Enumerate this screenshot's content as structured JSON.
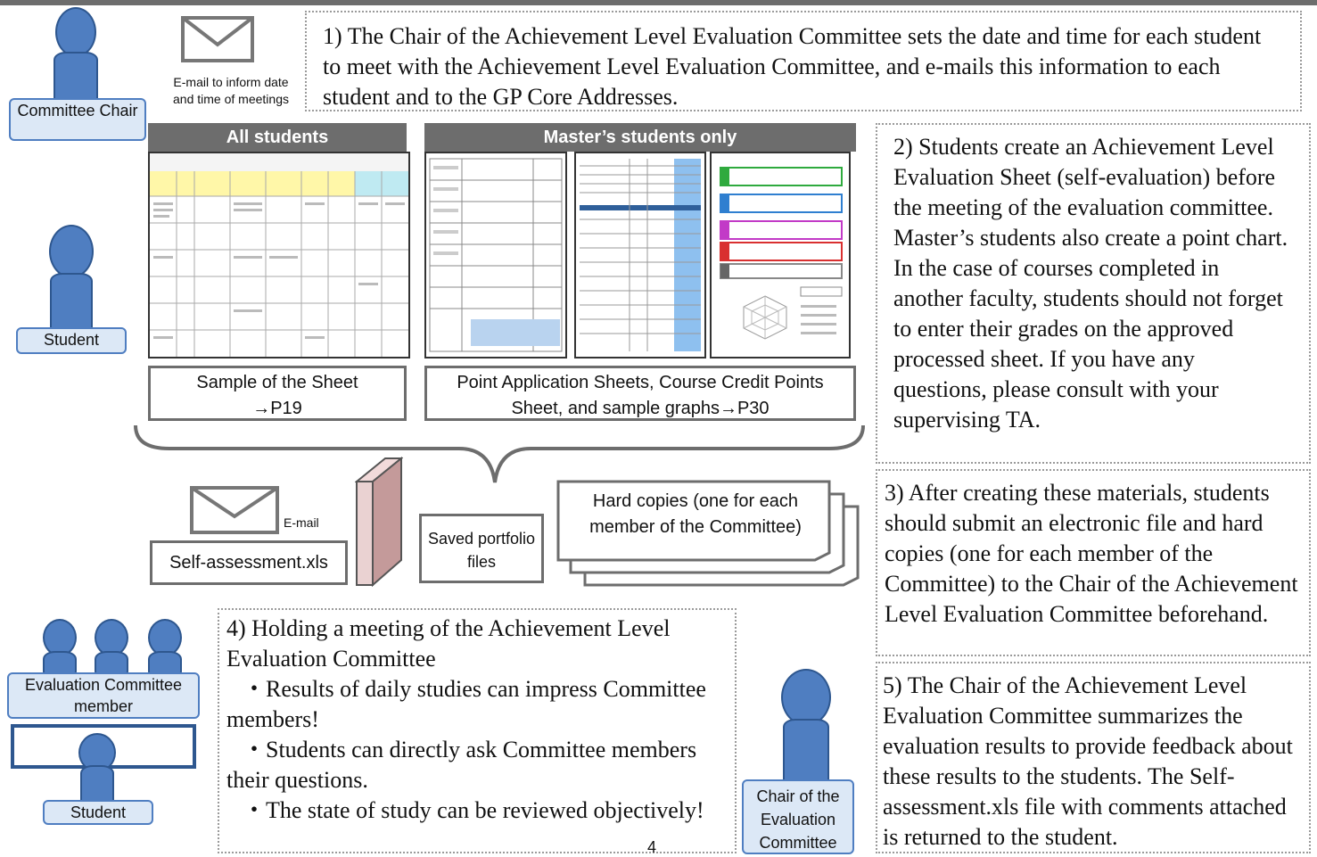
{
  "top": {
    "email_caption": "E-mail to inform date and time of meetings",
    "chair_label": "Committee Chair",
    "step1": "1) The Chair of the Achievement Level Evaluation Committee sets the date and time for each student to meet with the Achievement Level Evaluation Committee, and e-mails this information to each student and to the GP Core Addresses."
  },
  "middle": {
    "student_label": "Student",
    "all_students_header": "All students",
    "masters_header": "Master’s students only",
    "sample_sheet_box": "Sample of the Sheet →P19",
    "point_sheets_box": "Point Application Sheets, Course Credit Points Sheet, and sample graphs→P30",
    "step2": "2) Students create an Achievement Level Evaluation Sheet (self-evaluation) before the meeting of the evaluation committee. Master’s students also create a point chart. In the case of courses completed in another faculty, students should not forget to enter their grades on the approved processed sheet. If you have any questions, please consult with your supervising TA."
  },
  "submission": {
    "email_label": "E-mail",
    "file_label": "Self-assessment.xls",
    "saved_label": "Saved portfolio files",
    "hardcopies_label": "Hard copies (one for each member of the Committee)",
    "step3": "3) After creating these materials, students should submit an electronic file and hard copies (one for each member of the Committee) to the Chair of the Achievement Level Evaluation Committee beforehand."
  },
  "bottom": {
    "eval_member_label": "Evaluation Committee member",
    "student_label": "Student",
    "step4_title": "4) Holding a meeting of the Achievement Level Evaluation Committee",
    "step4_bullets": [
      "・Results of daily studies can impress Committee members!",
      "・Students can directly ask Committee members their questions.",
      "・The state of study can be reviewed objectively!"
    ],
    "page_number": "4",
    "chair_eval_label": "Chair of the Evaluation Committee",
    "step5": "5) The Chair of the Achievement Level Evaluation Committee summarizes the evaluation results to provide feedback about these results to the students. The Self-assessment.xls file with comments attached is returned to the student."
  },
  "colors": {
    "figure_fill": "#4f7ec1",
    "label_fill": "#dce8f6",
    "header_gray": "#6d6d6d",
    "binder_fill": "#e8c9c9"
  },
  "icons": [
    "envelope-icon",
    "person-icon",
    "binder-icon",
    "document-stack-icon"
  ]
}
